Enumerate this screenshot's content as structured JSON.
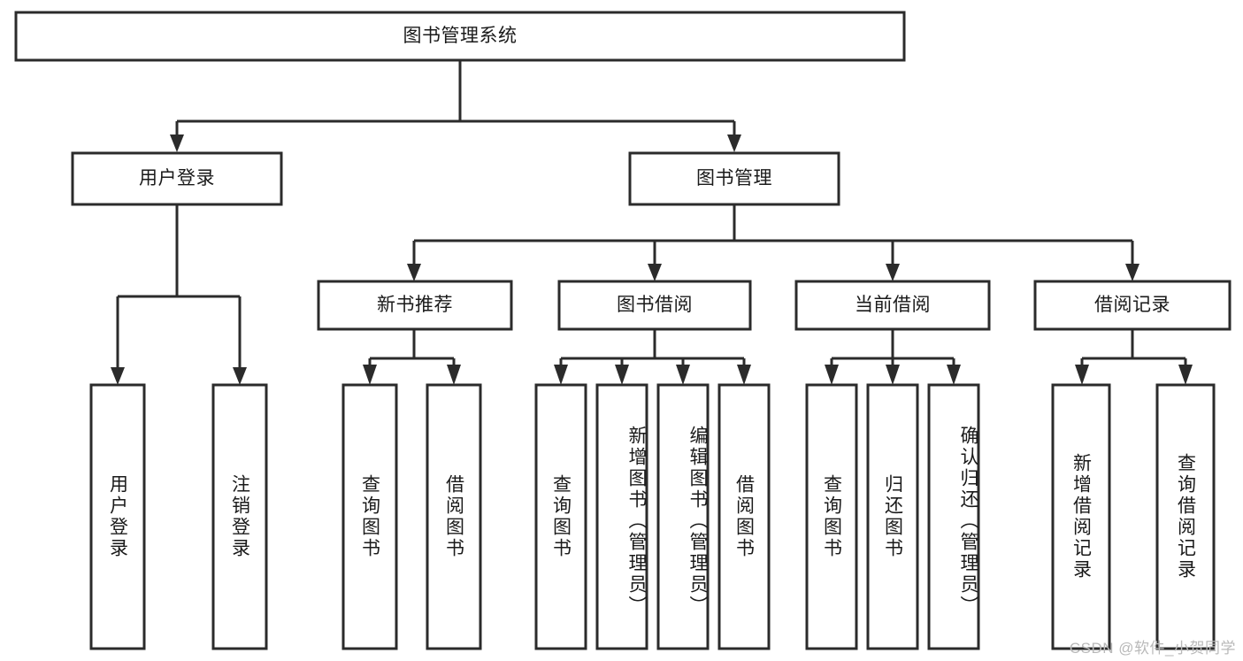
{
  "diagram": {
    "type": "hierarchy-tree",
    "title": "图书管理系统",
    "orientation": "top-down",
    "colors": {
      "box_stroke": "#2b2b2b",
      "box_fill": "#ffffff",
      "text": "#1a1a1a",
      "connector": "#2b2b2b",
      "watermark": "#b9b9b9",
      "background": "#ffffff"
    },
    "levels": {
      "root": "图书管理系统",
      "level1": [
        "用户登录",
        "图书管理"
      ],
      "level2": [
        "新书推荐",
        "图书借阅",
        "当前借阅",
        "借阅记录"
      ]
    },
    "nodes": {
      "root": {
        "label": "图书管理系统"
      },
      "user_login": {
        "label": "用户登录"
      },
      "book_manage": {
        "label": "图书管理"
      },
      "new_book_rec": {
        "label": "新书推荐"
      },
      "book_borrow": {
        "label": "图书借阅"
      },
      "current_borrow": {
        "label": "当前借阅"
      },
      "borrow_record": {
        "label": "借阅记录"
      },
      "leaf_user_login": {
        "label": "用户登录"
      },
      "leaf_user_logout": {
        "label": "注销登录"
      },
      "leaf_query_book_1": {
        "label": "查询图书"
      },
      "leaf_borrow_book_1": {
        "label": "借阅图书"
      },
      "leaf_query_book_2": {
        "label": "查询图书"
      },
      "leaf_add_book_admin": {
        "label": "新增图书（管理员）"
      },
      "leaf_edit_book_admin": {
        "label": "编辑图书（管理员）"
      },
      "leaf_borrow_book_2": {
        "label": "借阅图书"
      },
      "leaf_query_book_3": {
        "label": "查询图书"
      },
      "leaf_return_book": {
        "label": "归还图书"
      },
      "leaf_confirm_return_admin": {
        "label": "确认归还（管理员）"
      },
      "leaf_add_record": {
        "label": "新增借阅记录"
      },
      "leaf_query_record": {
        "label": "查询借阅记录"
      }
    },
    "edges": [
      {
        "from": "图书管理系统",
        "to": "用户登录"
      },
      {
        "from": "图书管理系统",
        "to": "图书管理"
      },
      {
        "from": "用户登录",
        "to": "用户登录"
      },
      {
        "from": "用户登录",
        "to": "注销登录"
      },
      {
        "from": "图书管理",
        "to": "新书推荐"
      },
      {
        "from": "图书管理",
        "to": "图书借阅"
      },
      {
        "from": "图书管理",
        "to": "当前借阅"
      },
      {
        "from": "图书管理",
        "to": "借阅记录"
      },
      {
        "from": "新书推荐",
        "to": "查询图书"
      },
      {
        "from": "新书推荐",
        "to": "借阅图书"
      },
      {
        "from": "图书借阅",
        "to": "查询图书"
      },
      {
        "from": "图书借阅",
        "to": "新增图书（管理员）"
      },
      {
        "from": "图书借阅",
        "to": "编辑图书（管理员）"
      },
      {
        "from": "图书借阅",
        "to": "借阅图书"
      },
      {
        "from": "当前借阅",
        "to": "查询图书"
      },
      {
        "from": "当前借阅",
        "to": "归还图书"
      },
      {
        "from": "当前借阅",
        "to": "确认归还（管理员）"
      },
      {
        "from": "借阅记录",
        "to": "新增借阅记录"
      },
      {
        "from": "借阅记录",
        "to": "查询借阅记录"
      }
    ]
  },
  "watermark": {
    "text": "CSDN @软件_小贺同学"
  }
}
